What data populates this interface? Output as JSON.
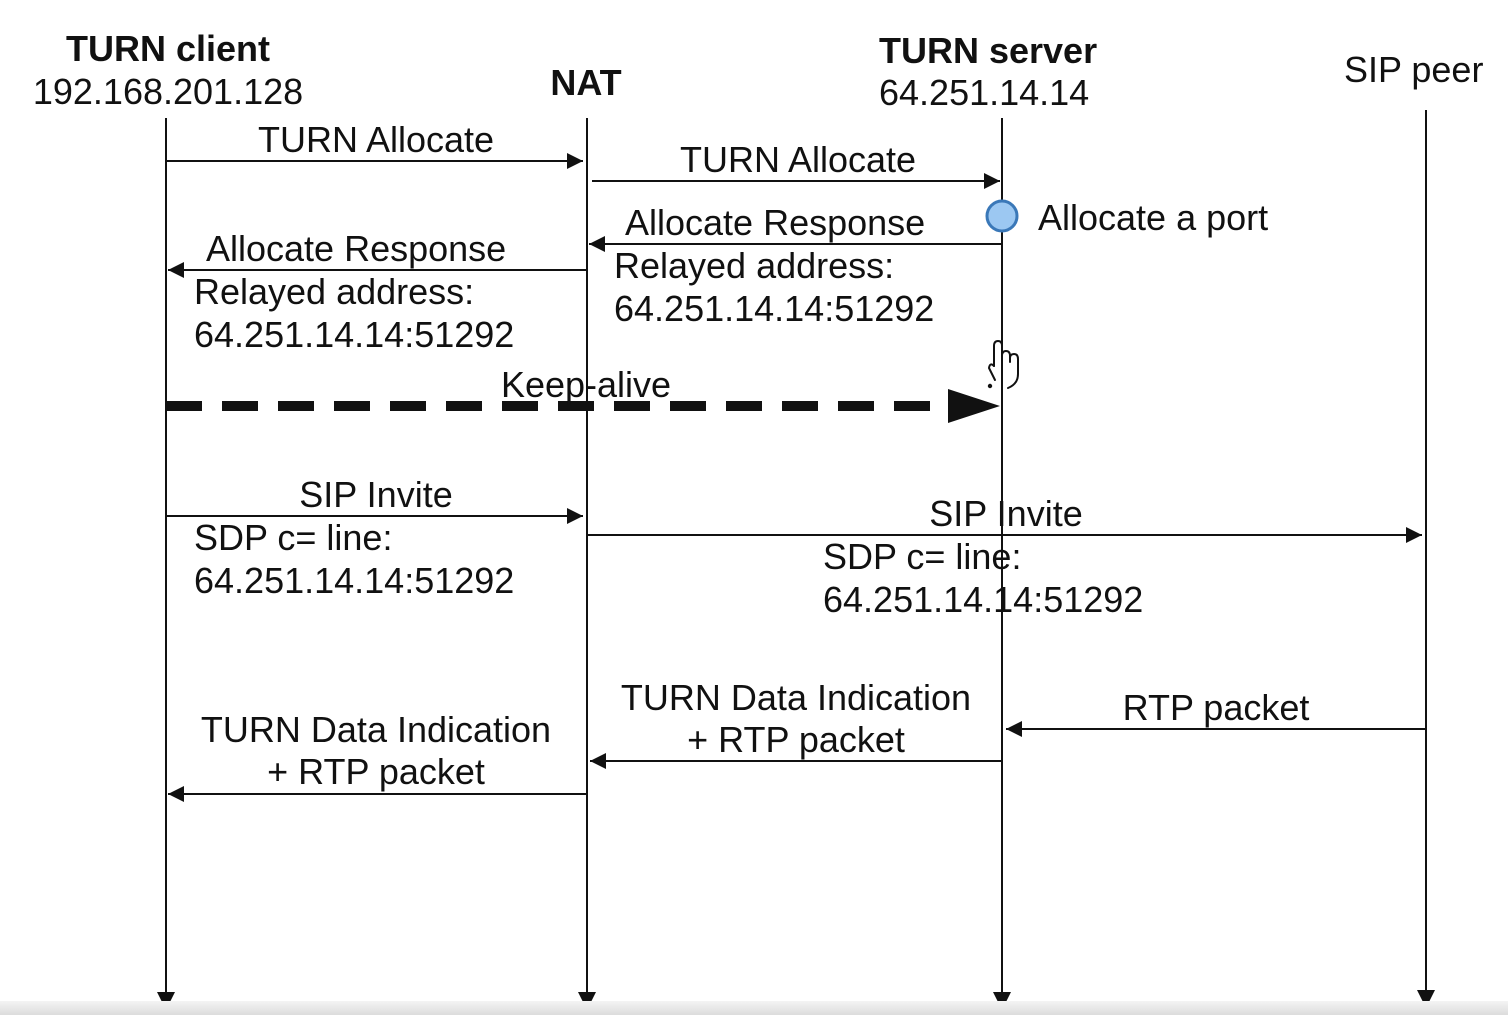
{
  "participants": [
    {
      "key": "client",
      "name": "TURN client",
      "address": "192.168.201.128"
    },
    {
      "key": "nat",
      "name": "NAT",
      "address": ""
    },
    {
      "key": "server",
      "name": "TURN server",
      "address": "64.251.14.14"
    },
    {
      "key": "peer",
      "name": "SIP peer",
      "address": ""
    }
  ],
  "messages": {
    "allocate_1": "TURN Allocate",
    "allocate_2": "TURN Allocate",
    "allocate_port_note": "Allocate a port",
    "response_2": {
      "title": "Allocate Response",
      "line1": "Relayed address:",
      "line2": "64.251.14.14:51292"
    },
    "response_1": {
      "title": "Allocate Response",
      "line1": "Relayed address:",
      "line2": "64.251.14.14:51292"
    },
    "keepalive": "Keep-alive",
    "invite_1": {
      "title": "SIP Invite",
      "line1": "SDP c= line:",
      "line2": "64.251.14.14:51292"
    },
    "invite_2": {
      "title": "SIP Invite",
      "line1": "SDP c= line:",
      "line2": "64.251.14.14:51292"
    },
    "rtp": "RTP packet",
    "data_ind_2": {
      "line1": "TURN Data Indication",
      "line2": "+ RTP packet"
    },
    "data_ind_1": {
      "line1": "TURN Data Indication",
      "line2": "+ RTP packet"
    }
  },
  "colors": {
    "line": "#111111",
    "allocate_marker_fill": "#9cc8f2",
    "allocate_marker_stroke": "#3a78b8"
  },
  "icons": [
    "hand-cursor-icon"
  ]
}
